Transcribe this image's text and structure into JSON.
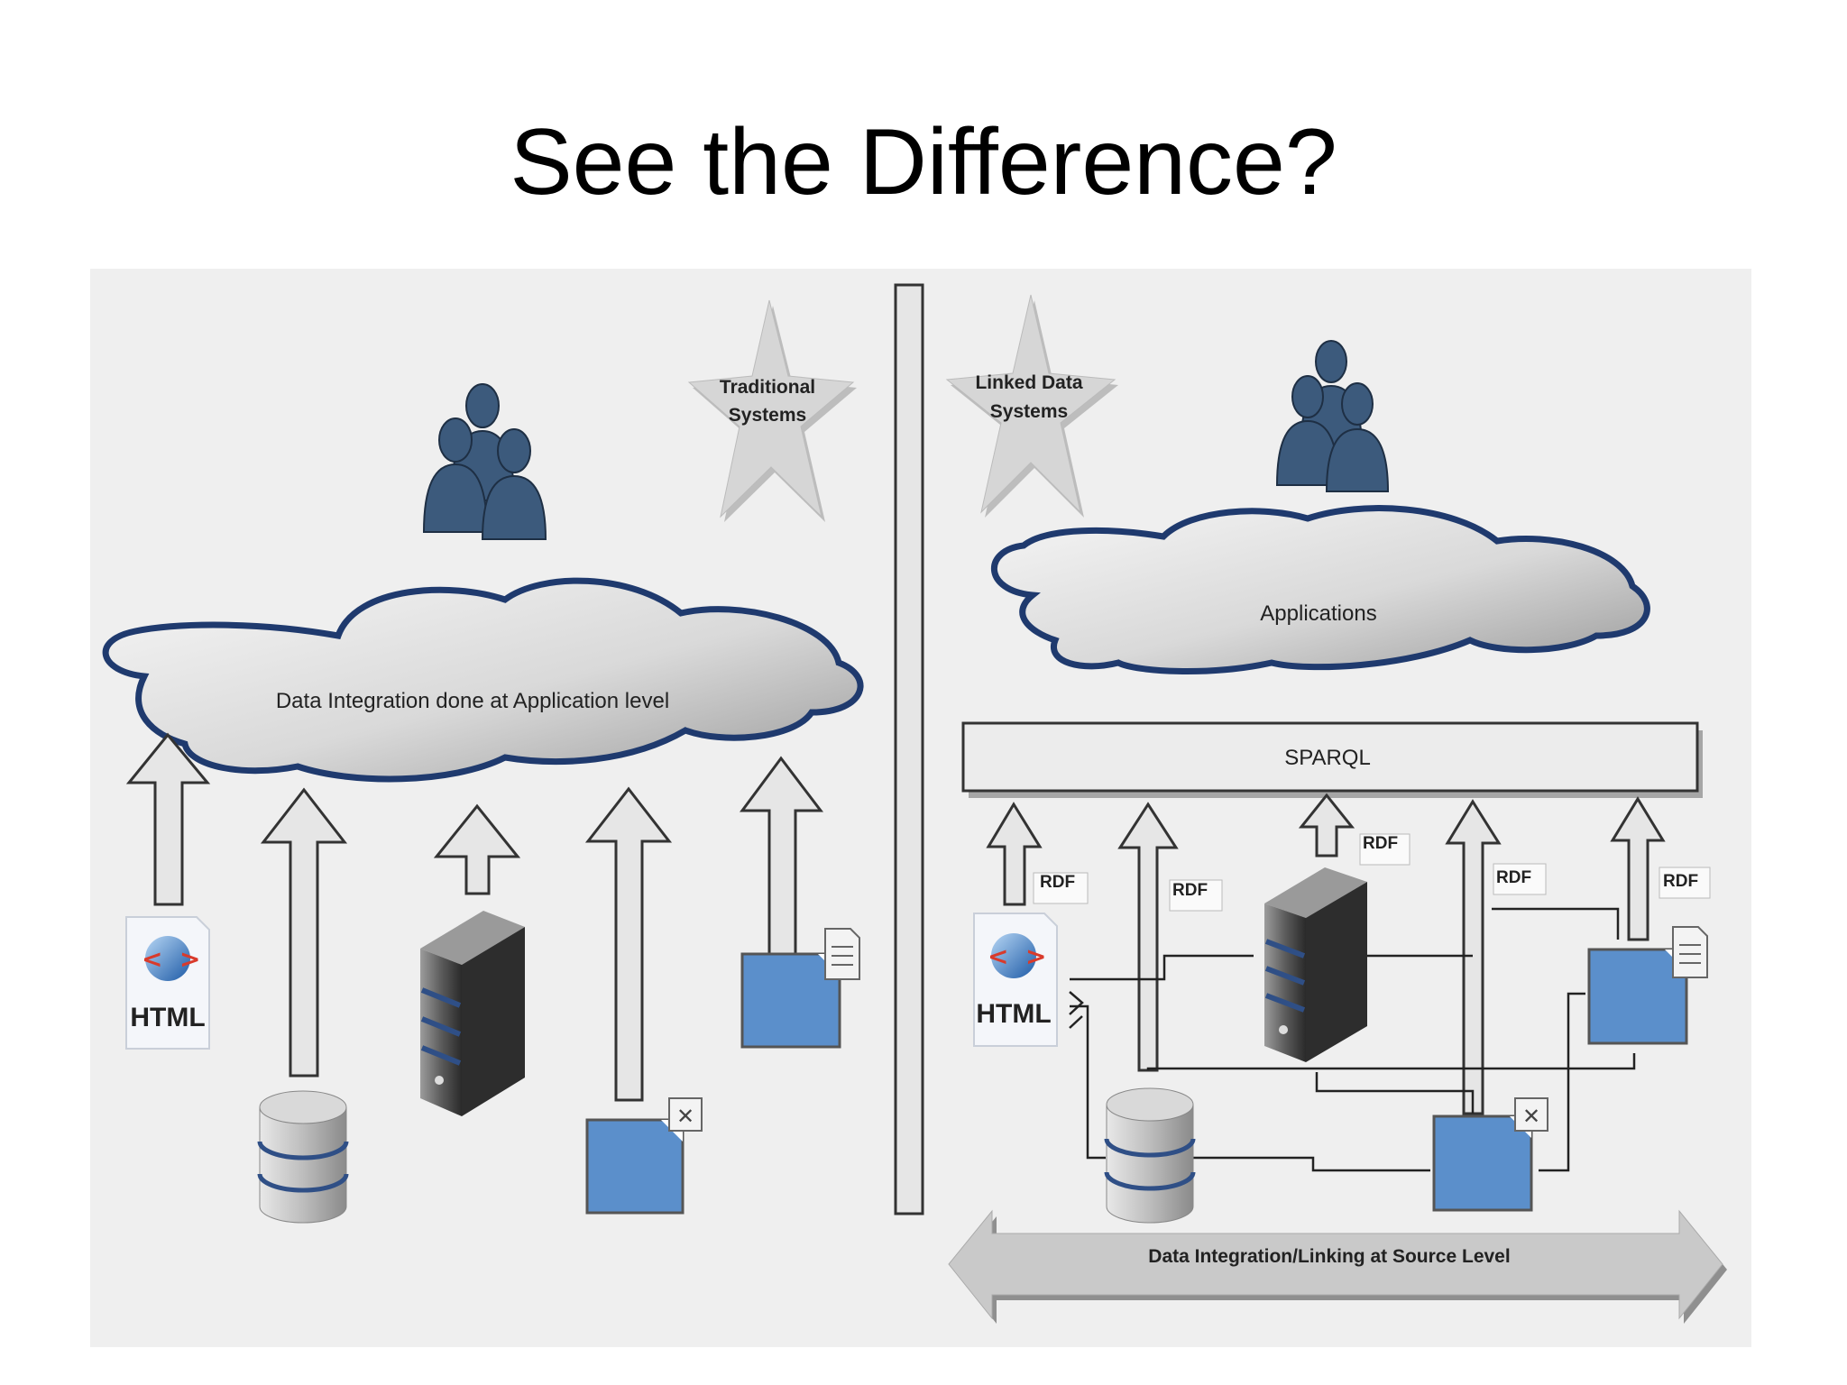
{
  "slide": {
    "title": "See the Difference?"
  },
  "left_panel": {
    "star_label": [
      "Traditional",
      "Systems"
    ],
    "cloud_label": "Data Integration done at Application level",
    "html_icon_label": "HTML"
  },
  "right_panel": {
    "star_label": [
      "Linked Data",
      "Systems"
    ],
    "cloud_label": "Applications",
    "sparql_label": "SPARQL",
    "rdf_labels": [
      "RDF",
      "RDF",
      "RDF",
      "RDF",
      "RDF"
    ],
    "html_icon_label": "HTML",
    "bottom_arrow_label": "Data Integration/Linking at Source Level"
  },
  "colors": {
    "panel_bg": "#efefef",
    "cloud_outline": "#1f3a6e",
    "doc_blue": "#5b8fcb",
    "people": "#3c5a7c",
    "star": "#d4d4d4"
  }
}
